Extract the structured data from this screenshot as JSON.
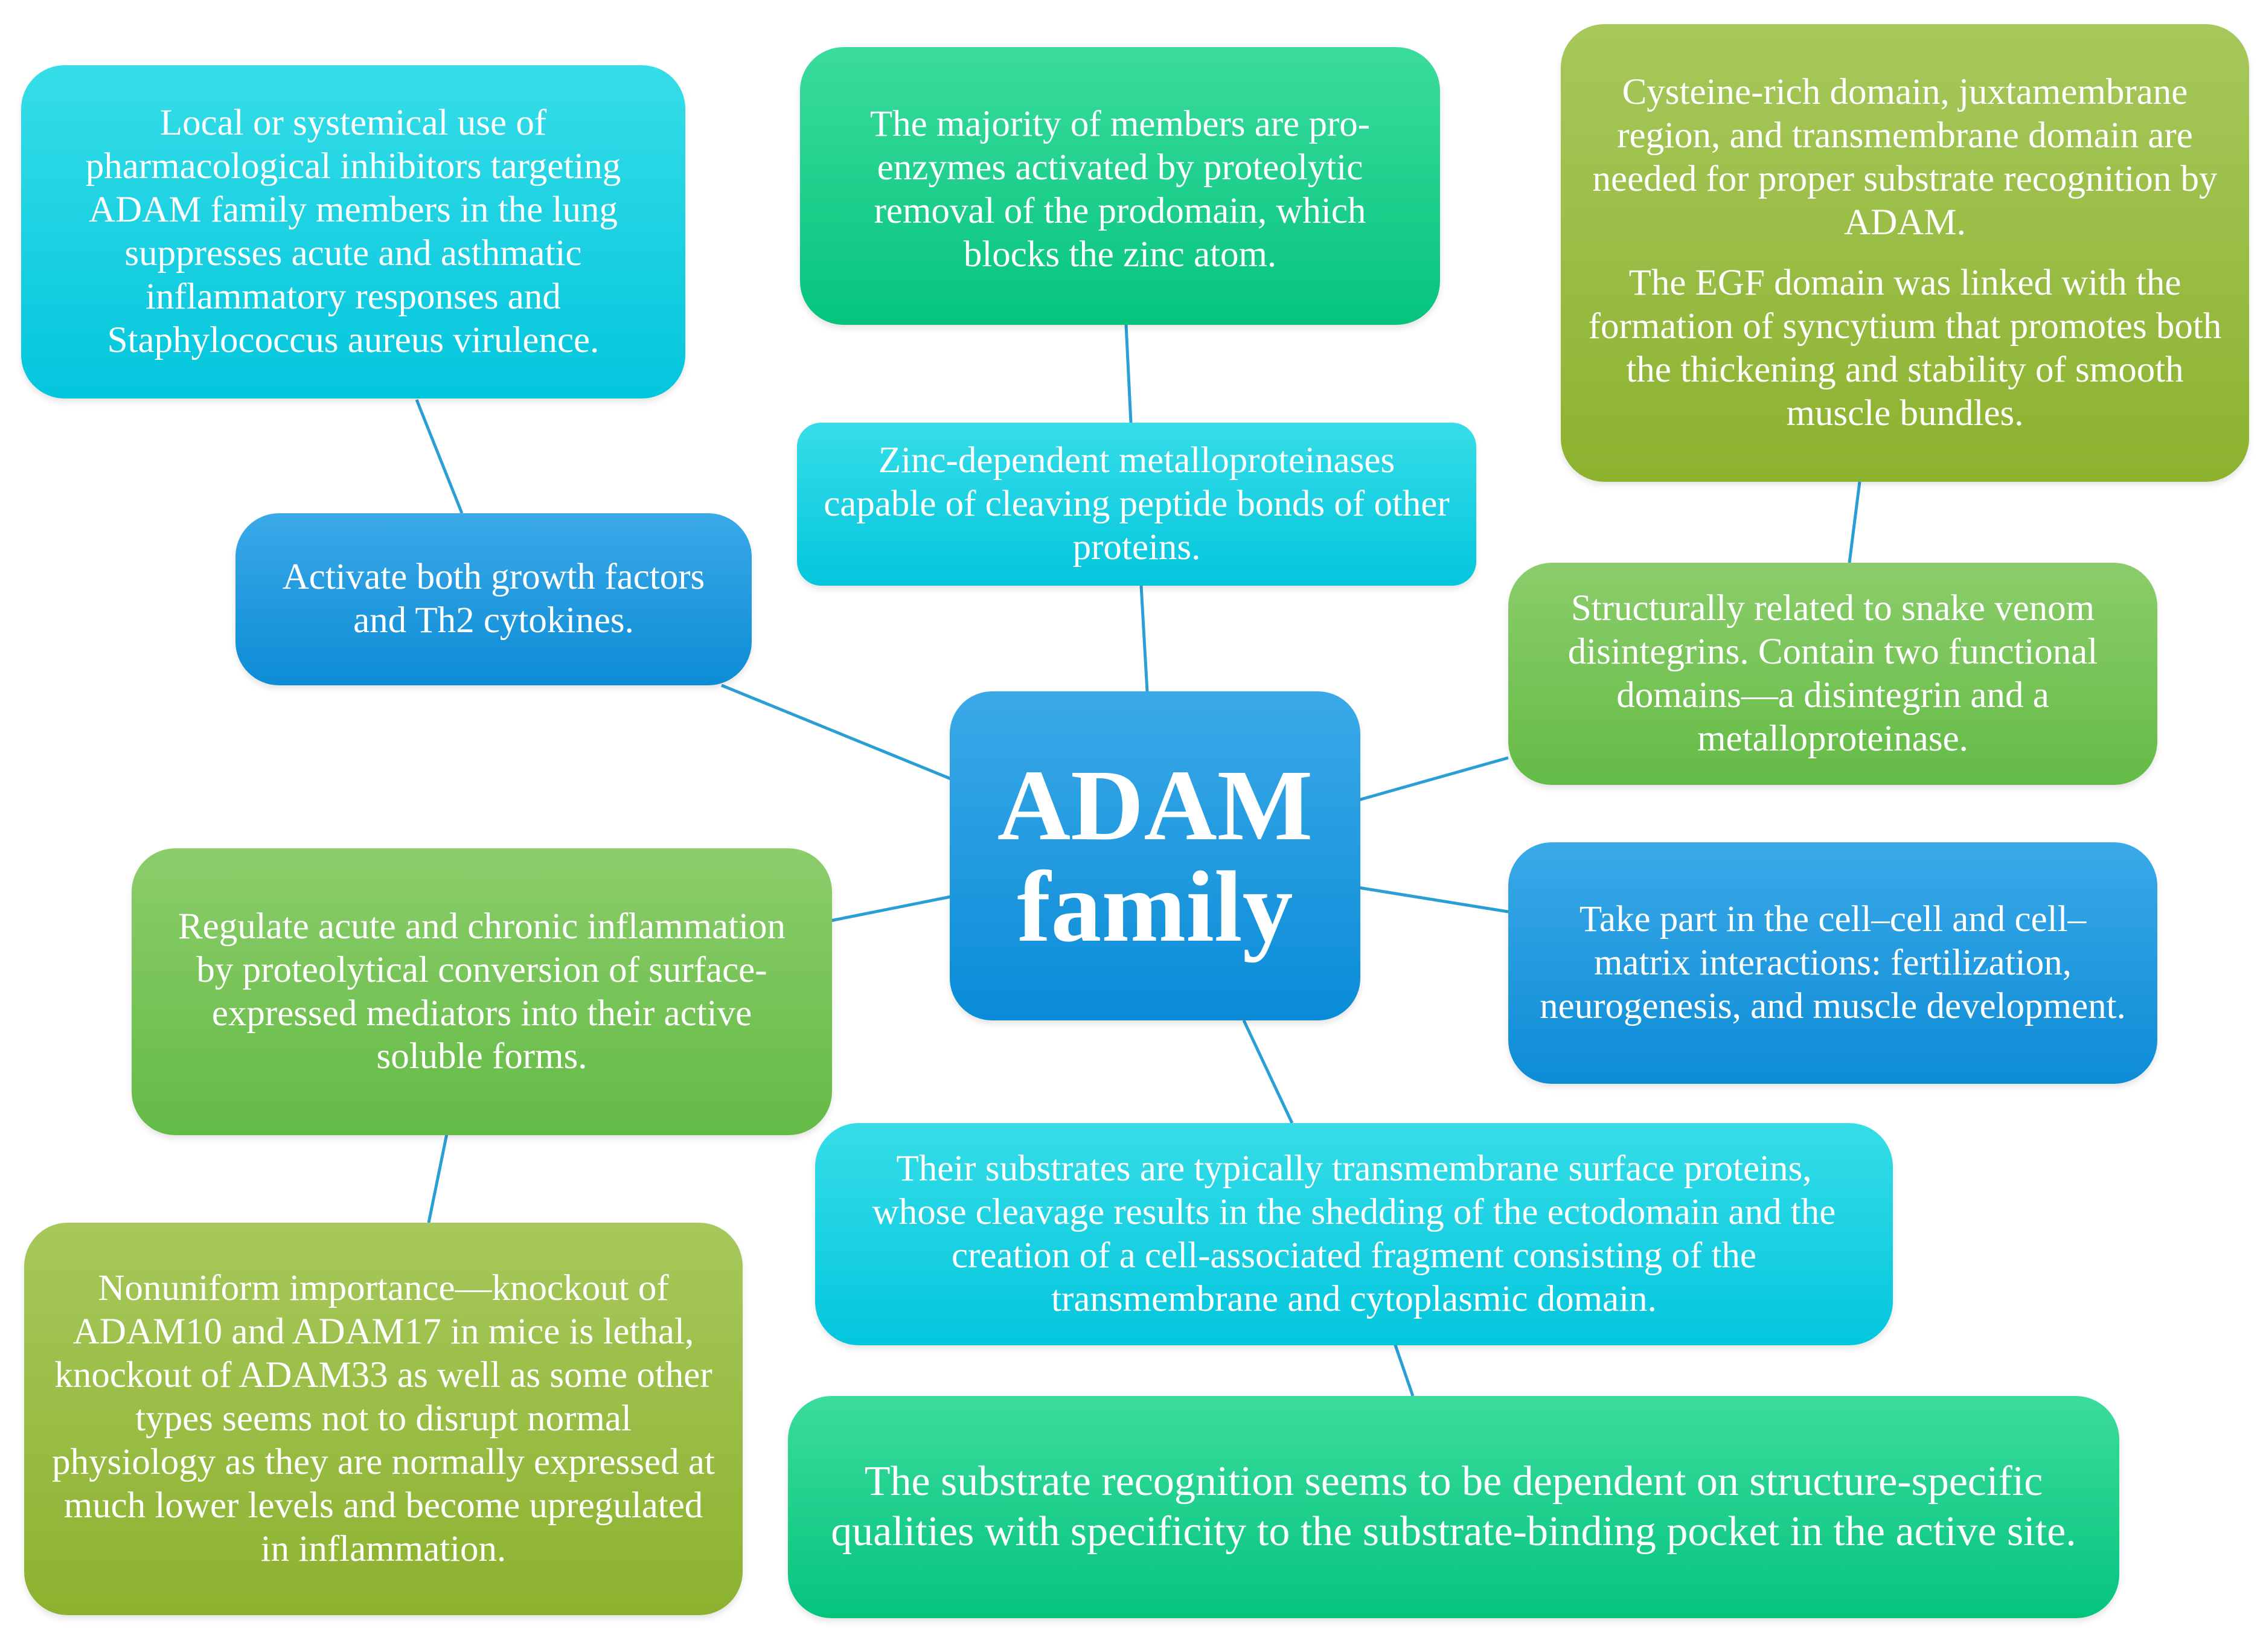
{
  "center": {
    "line1": "ADAM",
    "line2": "family"
  },
  "nodes": {
    "local_inhibitors": "Local or systemical use of pharmacological inhibitors targeting ADAM family members in the lung suppresses acute and asthmatic inflammatory responses and Staphylococcus aureus virulence.",
    "pro_enzymes": "The majority of members are pro-enzymes activated by proteolytic removal of the prodomain, which blocks the zinc atom.",
    "cysteine_rich": "Cysteine-rich domain, juxtamembrane region, and transmembrane domain are needed for proper substrate recognition by ADAM.",
    "egf_domain": "The EGF domain was linked with the formation of syncytium that promotes both the thickening and stability of smooth muscle bundles.",
    "growth_factors": "Activate both growth factors and Th2 cytokines.",
    "zinc_dependent": "Zinc-dependent metalloproteinases capable of cleaving peptide bonds of other proteins.",
    "snake_venom": "Structurally related to snake venom disintegrins. Contain two functional domains—a disintegrin and a metalloproteinase.",
    "inflammation": "Regulate acute and chronic inflammation by proteolytical conversion of surface-expressed mediators into their active soluble forms.",
    "cell_interactions": "Take part in the cell–cell and cell–matrix interactions: fertilization, neurogenesis, and muscle development.",
    "substrates": "Their substrates are typically transmembrane surface proteins, whose cleavage results in the shedding of the ectodomain and the creation of a cell-associated fragment consisting of the transmembrane and cytoplasmic domain.",
    "knockout": "Nonuniform importance—knockout of ADAM10 and ADAM17 in mice is lethal, knockout of ADAM33 as well as some other types seems not to disrupt normal physiology as they are normally expressed at much lower levels and become upregulated in inflammation.",
    "substrate_recognition": "The substrate recognition seems to be dependent on structure-specific qualities with specificity to the substrate-binding pocket in the active site."
  },
  "colors": {
    "cyan": "#12cfe2",
    "teal_green": "#1fd08d",
    "olive": "#9bbd45",
    "light_green": "#78c457",
    "blue": "#1a97dd",
    "connector": "#2a9fd6"
  }
}
